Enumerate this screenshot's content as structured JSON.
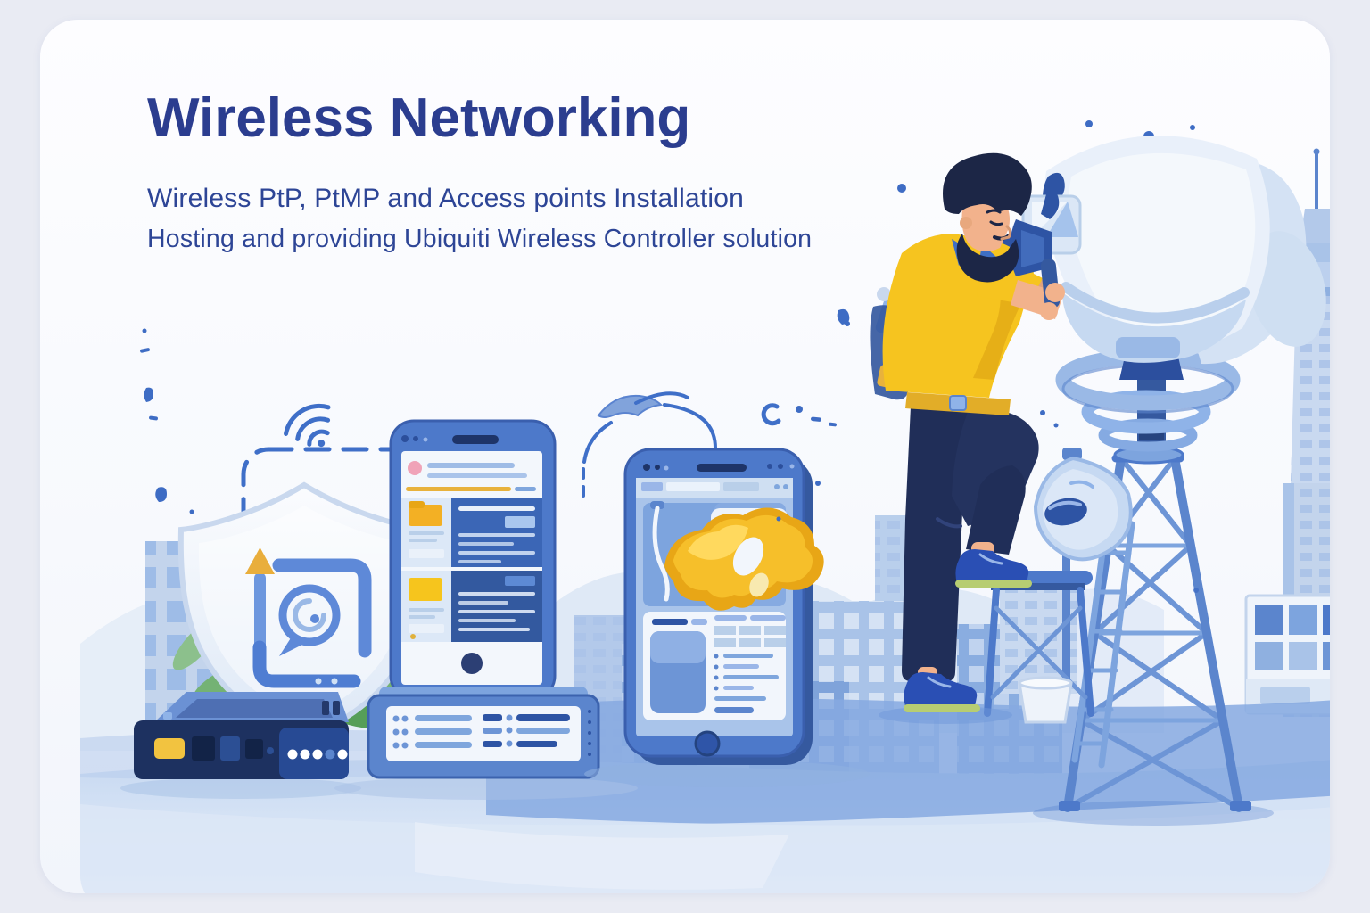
{
  "page": {
    "background_color": "#e9ebf3",
    "card_color": "#fbfcfe"
  },
  "hero": {
    "title": "Wireless Networking",
    "subtitle_line_1": "Wireless PtP, PtMP and Access points Installation",
    "subtitle_line_2": "Hosting and providing Ubiquiti Wireless Controller solution",
    "title_color": "#2b3d8f",
    "subtitle_color": "#2d4596"
  },
  "illustration": {
    "description": "Technician in a yellow shirt installing a large white wireless dish antenna on a blue lattice tower; smartphone, tablet, routers and a security shield with a plant stand in front of a light blue city skyline with a tall communications tower",
    "palette": {
      "accent_yellow": "#f6c41f",
      "primary_blue": "#4d79ca",
      "navy": "#1e2f5c",
      "light_blue": "#cfe0f4",
      "ring_blue": "#8fb3e8",
      "leaf_green": "#6fae6a",
      "skin": "#f2b28c",
      "ground_blue": "#86a9e0"
    }
  }
}
